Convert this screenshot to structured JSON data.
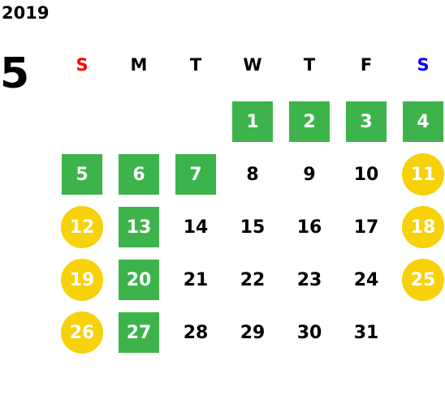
{
  "calendar": {
    "year": "2019",
    "month": "5",
    "weekdays": [
      {
        "label": "S",
        "color": "#ff0000"
      },
      {
        "label": "M",
        "color": "#000000"
      },
      {
        "label": "T",
        "color": "#000000"
      },
      {
        "label": "W",
        "color": "#000000"
      },
      {
        "label": "T",
        "color": "#000000"
      },
      {
        "label": "F",
        "color": "#000000"
      },
      {
        "label": "S",
        "color": "#0000ff"
      }
    ],
    "colors": {
      "green_highlight": "#3cb44b",
      "yellow_highlight": "#f7d10a"
    },
    "days": [
      {
        "label": "1",
        "style": "green"
      },
      {
        "label": "2",
        "style": "green"
      },
      {
        "label": "3",
        "style": "green"
      },
      {
        "label": "4",
        "style": "green"
      },
      {
        "label": "5",
        "style": "green"
      },
      {
        "label": "6",
        "style": "green"
      },
      {
        "label": "7",
        "style": "green"
      },
      {
        "label": "8",
        "style": "plain"
      },
      {
        "label": "9",
        "style": "plain"
      },
      {
        "label": "10",
        "style": "plain"
      },
      {
        "label": "11",
        "style": "yellow"
      },
      {
        "label": "12",
        "style": "yellow"
      },
      {
        "label": "13",
        "style": "green"
      },
      {
        "label": "14",
        "style": "plain"
      },
      {
        "label": "15",
        "style": "plain"
      },
      {
        "label": "16",
        "style": "plain"
      },
      {
        "label": "17",
        "style": "plain"
      },
      {
        "label": "18",
        "style": "yellow"
      },
      {
        "label": "19",
        "style": "yellow"
      },
      {
        "label": "20",
        "style": "green"
      },
      {
        "label": "21",
        "style": "plain"
      },
      {
        "label": "22",
        "style": "plain"
      },
      {
        "label": "23",
        "style": "plain"
      },
      {
        "label": "24",
        "style": "plain"
      },
      {
        "label": "25",
        "style": "yellow"
      },
      {
        "label": "26",
        "style": "yellow"
      },
      {
        "label": "27",
        "style": "green"
      },
      {
        "label": "28",
        "style": "plain"
      },
      {
        "label": "29",
        "style": "plain"
      },
      {
        "label": "30",
        "style": "plain"
      },
      {
        "label": "31",
        "style": "plain"
      }
    ]
  }
}
